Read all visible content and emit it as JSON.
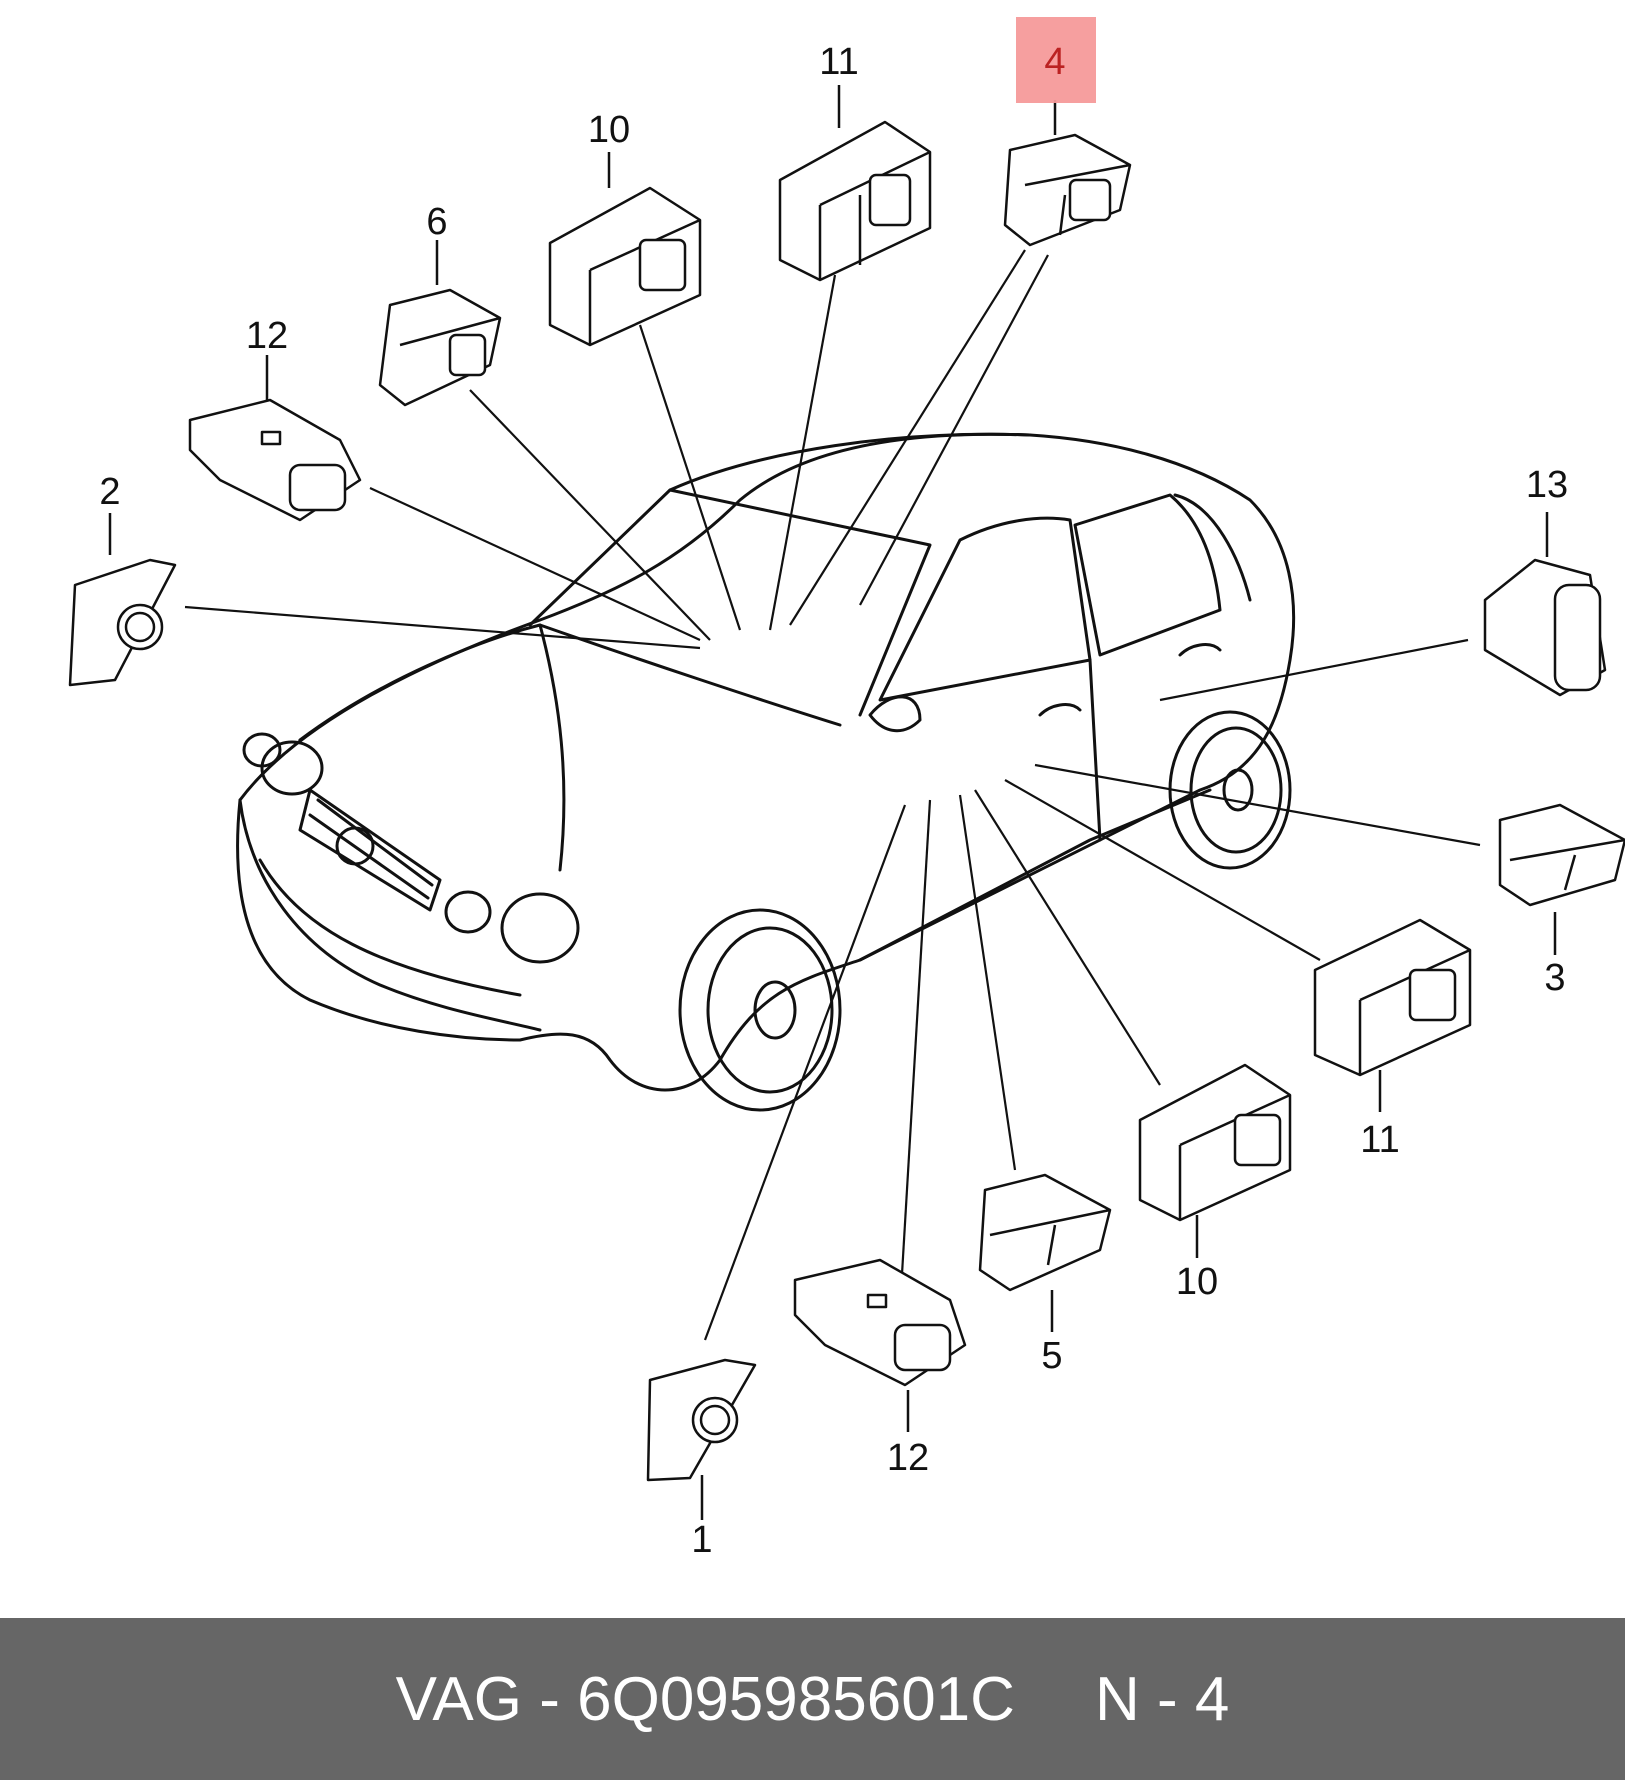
{
  "diagram": {
    "highlighted_callout": "4",
    "highlight_color": "#f59a9a",
    "callouts": [
      {
        "id": "c11-top",
        "text": "11"
      },
      {
        "id": "c4-top",
        "text": "4"
      },
      {
        "id": "c10-top",
        "text": "10"
      },
      {
        "id": "c6-top",
        "text": "6"
      },
      {
        "id": "c12-top",
        "text": "12"
      },
      {
        "id": "c2-left",
        "text": "2"
      },
      {
        "id": "c13-right",
        "text": "13"
      },
      {
        "id": "c3-right",
        "text": "3"
      },
      {
        "id": "c11-bottom",
        "text": "11"
      },
      {
        "id": "c10-bottom",
        "text": "10"
      },
      {
        "id": "c5-bottom",
        "text": "5"
      },
      {
        "id": "c12-bottom",
        "text": "12"
      },
      {
        "id": "c1-bottom",
        "text": "1"
      }
    ]
  },
  "footer": {
    "brand": "VAG",
    "separator": " - ",
    "part_number": "6Q095985601C",
    "position_label": "N - 4",
    "background": "#666666"
  }
}
